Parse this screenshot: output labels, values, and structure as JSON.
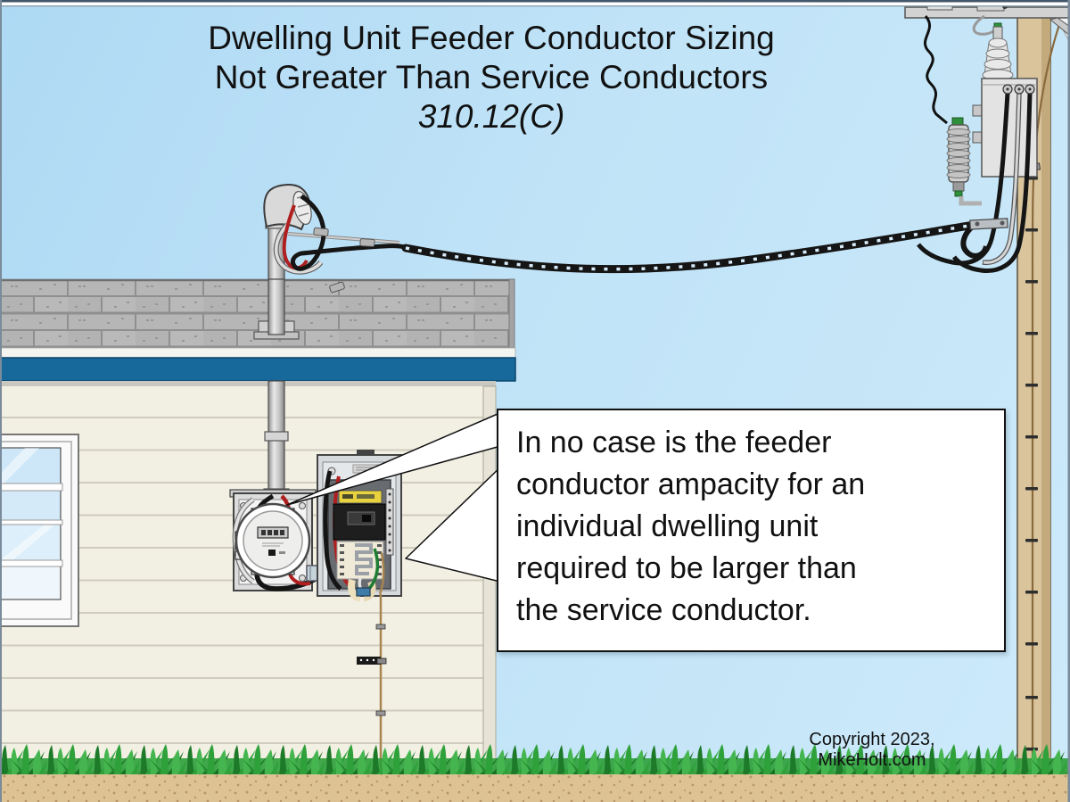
{
  "slide": {
    "title_line1": "Dwelling Unit Feeder Conductor Sizing",
    "title_line2": "Not Greater Than Service Conductors",
    "code_reference": "310.12(C)",
    "copyright": "Copyright 2023, MikeHolt.com"
  },
  "callout": {
    "lines": [
      "In no case is the feeder",
      "conductor ampacity for an",
      "individual dwelling unit",
      "required to be larger than",
      "the service conductor."
    ]
  },
  "colors": {
    "sky_top": "#aed9f4",
    "sky_bottom": "#cdeafa",
    "roof_shingle": "#b6b6b6",
    "roof_mortar": "#8f8f8f",
    "fascia_blue": "#17689b",
    "wall_cream": "#f2efe3",
    "siding_line": "#d0cdbf",
    "corner_trim": "#e7e4d7",
    "window_glass": "#cde7f8",
    "galvanized_gray": "#c9c9c9",
    "enclosure_gray": "#d6dadd",
    "panel_interior_gray": "#686c70",
    "breaker_black": "#1e1e1e",
    "warning_yellow": "#e8d33f",
    "wire_black": "#151515",
    "wire_red": "#b01f1f",
    "wire_white": "#e3e3e3",
    "wire_green": "#1e7d32",
    "wire_ground_tan": "#a8854f",
    "grass_green": "#2e9e3a",
    "grass_dark": "#177022",
    "dirt_tan": "#ddc394",
    "pole_tan": "#d9c49c",
    "pole_shade": "#c2aa7d",
    "callout_bg": "#ffffff",
    "callout_border": "#111111",
    "text_color": "#111111"
  }
}
